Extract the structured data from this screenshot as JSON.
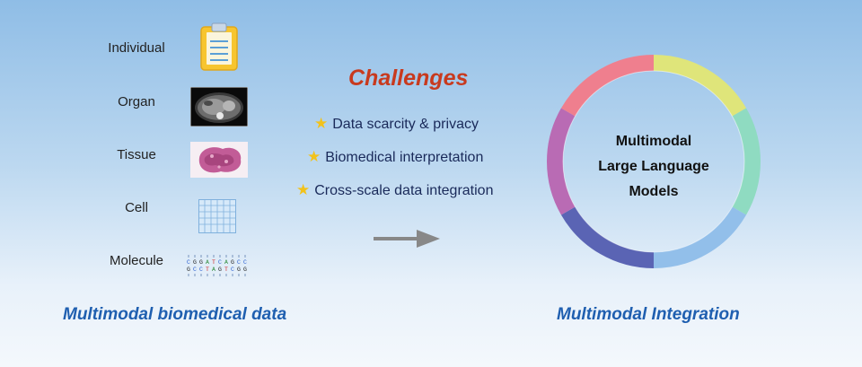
{
  "scales": [
    "Individual",
    "Organ",
    "Tissue",
    "Cell",
    "Molecule"
  ],
  "dna": {
    "row1": [
      "C",
      "G",
      "G",
      "A",
      "T",
      "C",
      "A",
      "G",
      "C",
      "C"
    ],
    "row2": [
      "G",
      "C",
      "C",
      "T",
      "A",
      "G",
      "T",
      "C",
      "G",
      "G"
    ],
    "colors": {
      "A": "#2e8b3a",
      "T": "#d12a2a",
      "C": "#2a5fd1",
      "G": "#222222"
    }
  },
  "challenges": {
    "title": "Challenges",
    "items": [
      "Data scarcity & privacy",
      "Biomedical interpretation",
      "Cross-scale data integration"
    ]
  },
  "center": {
    "line1": "Multimodal",
    "line2": "Large Language",
    "line3": "Models"
  },
  "labels": {
    "left": "Multimodal biomedical data",
    "right": "Multimodal Integration"
  },
  "ring_colors": [
    "#dfe57a",
    "#8fdbc1",
    "#92bfea",
    "#5a64b4",
    "#b96bb4",
    "#ef7f8e"
  ]
}
